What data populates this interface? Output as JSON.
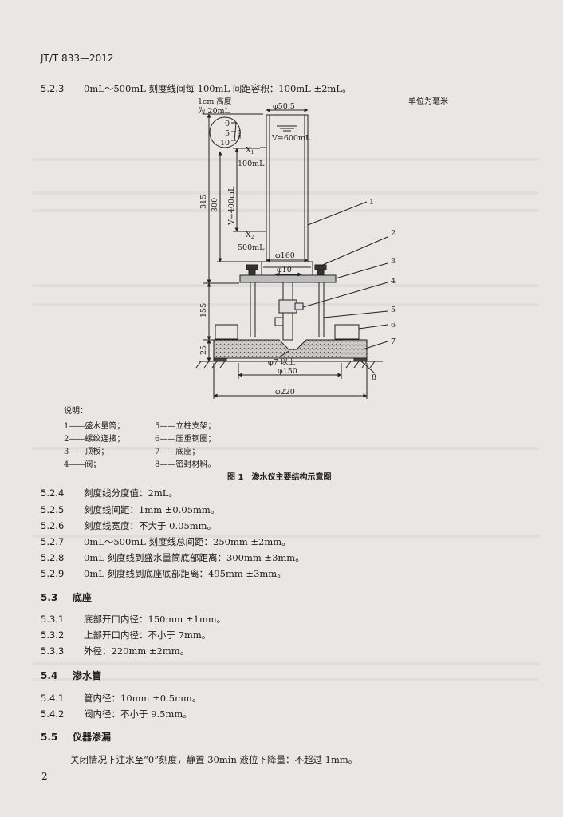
{
  "header": {
    "standard_code": "JT/T 833—2012"
  },
  "clause_523": {
    "num": "5.2.3",
    "text": "0mL～500mL 刻度线间每 100mL 间距容积：100mL ±2mL。"
  },
  "figure": {
    "unit_note": "单位为毫米",
    "labels": {
      "scale_note_1": "1cm 高度",
      "scale_note_2": "为 20mL",
      "tick_0": "0",
      "tick_5": "5",
      "tick_10": "10",
      "mm": "mm",
      "phi_505": "φ50.5",
      "volume_600": "V=600mL",
      "x1": "X",
      "x1_sub": "1",
      "ml_100": "100mL",
      "dim_315": "315",
      "dim_300": "300",
      "volume_400": "V=400mL",
      "x2": "X",
      "x2_sub": "2",
      "ml_500": "500mL",
      "phi_160": "φ160",
      "phi_10": "φ10",
      "dim_155": "155",
      "dim_25": "25",
      "phi_7": "φ7 以上",
      "phi_150": "φ150",
      "phi_220": "φ220",
      "callout_1": "1",
      "callout_2": "2",
      "callout_3": "3",
      "callout_4": "4",
      "callout_5": "5",
      "callout_6": "6",
      "callout_7": "7",
      "callout_8": "8"
    },
    "legend_title": "说明：",
    "legend": [
      "1——盛水量筒；",
      "2——螺纹连接；",
      "3——顶板；",
      "4——阀；",
      "5——立柱支架；",
      "6——压重钢圈；",
      "7——底座；",
      "8——密封材料。"
    ],
    "caption": "图 1　渗水仪主要结构示意图"
  },
  "clauses_52": [
    {
      "num": "5.2.4",
      "text": "刻度线分度值：2mL。"
    },
    {
      "num": "5.2.5",
      "text": "刻度线间距：1mm ±0.05mm。"
    },
    {
      "num": "5.2.6",
      "text": "刻度线宽度：不大于 0.05mm。"
    },
    {
      "num": "5.2.7",
      "text": "0mL～500mL 刻度线总间距：250mm ±2mm。"
    },
    {
      "num": "5.2.8",
      "text": "0mL 刻度线到盛水量筒底部距离：300mm ±3mm。"
    },
    {
      "num": "5.2.9",
      "text": "0mL 刻度线到底座底部距离：495mm ±3mm。"
    }
  ],
  "section_53": {
    "num": "5.3",
    "title": "底座"
  },
  "clauses_53": [
    {
      "num": "5.3.1",
      "text": "底部开口内径：150mm ±1mm。"
    },
    {
      "num": "5.3.2",
      "text": "上部开口内径：不小于 7mm。"
    },
    {
      "num": "5.3.3",
      "text": "外径：220mm ±2mm。"
    }
  ],
  "section_54": {
    "num": "5.4",
    "title": "渗水管"
  },
  "clauses_54": [
    {
      "num": "5.4.1",
      "text": "管内径：10mm ±0.5mm。"
    },
    {
      "num": "5.4.2",
      "text": "阀内径：不小于 9.5mm。"
    }
  ],
  "section_55": {
    "num": "5.5",
    "title": "仪器渗漏"
  },
  "para_55": "关闭情况下注水至“0”刻度，静置 30min 液位下降量：不超过 1mm。",
  "page_number": "2"
}
